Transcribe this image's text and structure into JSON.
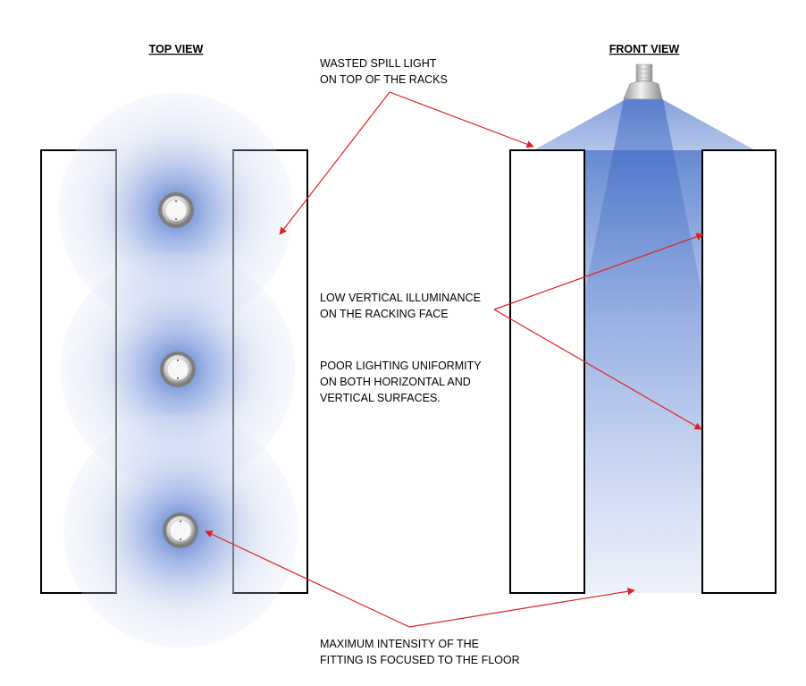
{
  "headings": {
    "top_view": "TOP VIEW",
    "front_view": "FRONT VIEW"
  },
  "notes": {
    "wasted_spill": [
      "WASTED SPILL LIGHT",
      "ON TOP OF THE RACKS"
    ],
    "low_vertical": [
      "LOW VERTICAL ILLUMINANCE",
      "ON THE RACKING FACE"
    ],
    "poor_uniformity": [
      "POOR LIGHTING UNIFORMITY",
      "ON BOTH HORIZONTAL AND",
      "VERTICAL SURFACES."
    ],
    "max_intensity": [
      "MAXIMUM INTENSITY OF THE",
      "FITTING IS FOCUSED TO THE FLOOR"
    ]
  },
  "colors": {
    "light_blue": "#4a74c9",
    "arrow_red": "#e02020",
    "rack_outline": "#000000",
    "rack_overlap": "#8a8a8a"
  }
}
